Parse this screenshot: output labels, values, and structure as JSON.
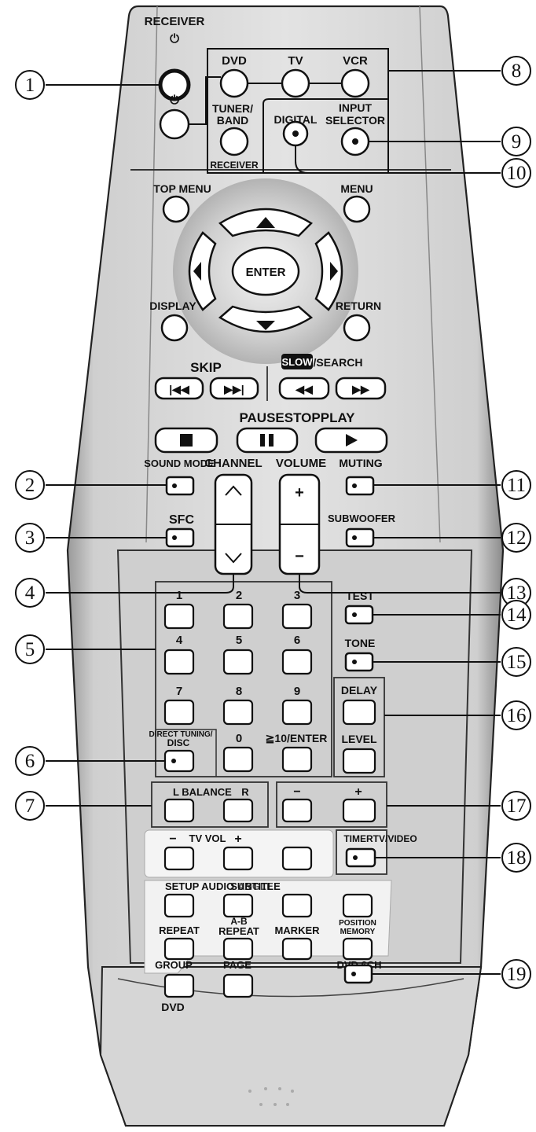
{
  "top_labels": {
    "receiver": "RECEIVER",
    "power_symbol": "⏻",
    "dvd": "DVD",
    "tv": "TV",
    "vcr": "VCR",
    "tuner_band": [
      "TUNER/",
      "BAND"
    ],
    "receiver_small": "RECEIVER",
    "digital": "DIGITAL",
    "input_selector": [
      "INPUT",
      "SELECTOR"
    ]
  },
  "nav_labels": {
    "top_menu": "TOP MENU",
    "menu": "MENU",
    "enter": "ENTER",
    "display": "DISPLAY",
    "return": "RETURN"
  },
  "transport_labels": {
    "skip": "SKIP",
    "slow": "SLOW",
    "search": "/SEARCH",
    "pause_stop_play": "PAUSESTOPPLAY"
  },
  "mid_labels": {
    "sound_mode": "SOUND MODE",
    "channel": "CHANNEL",
    "volume": "VOLUME",
    "muting": "MUTING",
    "sfc": "SFC",
    "subwoofer": "SUBWOOFER",
    "plus": "+",
    "minus": "−"
  },
  "keypad": {
    "digits": [
      "1",
      "2",
      "3",
      "4",
      "5",
      "6",
      "7",
      "8",
      "9",
      "0"
    ],
    "ten_enter": "≧10/ENTER",
    "direct_tuning": "DIRECT TUNING/",
    "disc": "DISC",
    "test": "TEST",
    "tone": "TONE",
    "delay": "DELAY",
    "level": "LEVEL"
  },
  "lower_labels": {
    "balance_l": "L",
    "balance": "BALANCE",
    "balance_r": "R",
    "tv_vol": "TV VOL",
    "timer_tv_video": "TIMERTV/VIDEO",
    "setup": "SETUP AUDIO",
    "subtitle_angle": "SUBTITLE",
    "angle": "ANGLE",
    "repeat": "REPEAT",
    "a_b": "A-B",
    "a_b_repeat": "REPEAT",
    "marker": "MARKER",
    "position": "POSITION",
    "memory": "MEMORY",
    "group": "GROUP",
    "page": "PAGE",
    "dvd_6ch": "DVD 6CH",
    "dvd": "DVD"
  },
  "callouts": [
    "1",
    "2",
    "3",
    "4",
    "5",
    "6",
    "7",
    "8",
    "9",
    "10",
    "11",
    "12",
    "13",
    "14",
    "15",
    "16",
    "17",
    "18",
    "19"
  ]
}
